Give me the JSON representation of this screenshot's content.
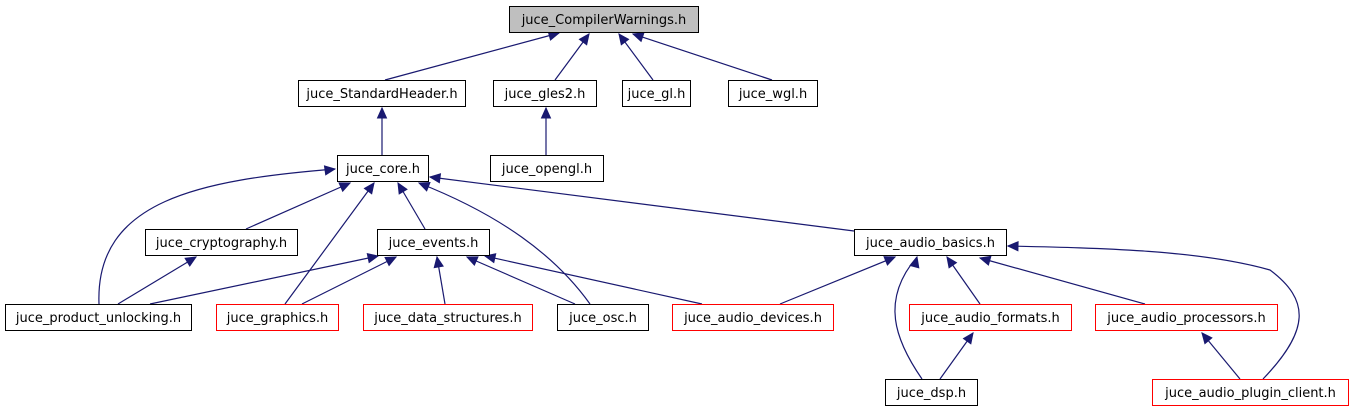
{
  "graph": {
    "title": "juce_CompilerWarnings.h include dependency graph",
    "edge_color": "#191970",
    "node_colors": {
      "focus_fill": "#bfbfbf",
      "normal_border": "#000000",
      "truncated_border": "#ff0000"
    },
    "nodes": [
      {
        "id": "cw",
        "label": "juce_CompilerWarnings.h",
        "style": "focus"
      },
      {
        "id": "std",
        "label": "juce_StandardHeader.h",
        "style": "normal"
      },
      {
        "id": "gles2",
        "label": "juce_gles2.h",
        "style": "normal"
      },
      {
        "id": "gl",
        "label": "juce_gl.h",
        "style": "normal"
      },
      {
        "id": "wgl",
        "label": "juce_wgl.h",
        "style": "normal"
      },
      {
        "id": "core",
        "label": "juce_core.h",
        "style": "normal"
      },
      {
        "id": "opengl",
        "label": "juce_opengl.h",
        "style": "normal"
      },
      {
        "id": "crypto",
        "label": "juce_cryptography.h",
        "style": "normal"
      },
      {
        "id": "events",
        "label": "juce_events.h",
        "style": "normal"
      },
      {
        "id": "abasics",
        "label": "juce_audio_basics.h",
        "style": "normal"
      },
      {
        "id": "unlock",
        "label": "juce_product_unlocking.h",
        "style": "normal"
      },
      {
        "id": "graphics",
        "label": "juce_graphics.h",
        "style": "truncated"
      },
      {
        "id": "datastruct",
        "label": "juce_data_structures.h",
        "style": "truncated"
      },
      {
        "id": "osc",
        "label": "juce_osc.h",
        "style": "normal"
      },
      {
        "id": "adevices",
        "label": "juce_audio_devices.h",
        "style": "truncated"
      },
      {
        "id": "aformats",
        "label": "juce_audio_formats.h",
        "style": "truncated"
      },
      {
        "id": "aproc",
        "label": "juce_audio_processors.h",
        "style": "truncated"
      },
      {
        "id": "dsp",
        "label": "juce_dsp.h",
        "style": "normal"
      },
      {
        "id": "plugin",
        "label": "juce_audio_plugin_client.h",
        "style": "truncated"
      }
    ],
    "edges": [
      {
        "from": "std",
        "to": "cw"
      },
      {
        "from": "gles2",
        "to": "cw"
      },
      {
        "from": "gl",
        "to": "cw"
      },
      {
        "from": "wgl",
        "to": "cw"
      },
      {
        "from": "core",
        "to": "std"
      },
      {
        "from": "opengl",
        "to": "gles2"
      },
      {
        "from": "unlock",
        "to": "core"
      },
      {
        "from": "crypto",
        "to": "core"
      },
      {
        "from": "graphics",
        "to": "core"
      },
      {
        "from": "events",
        "to": "core"
      },
      {
        "from": "osc",
        "to": "core"
      },
      {
        "from": "abasics",
        "to": "core"
      },
      {
        "from": "unlock",
        "to": "crypto"
      },
      {
        "from": "unlock",
        "to": "events"
      },
      {
        "from": "graphics",
        "to": "events"
      },
      {
        "from": "datastruct",
        "to": "events"
      },
      {
        "from": "osc",
        "to": "events"
      },
      {
        "from": "adevices",
        "to": "events"
      },
      {
        "from": "adevices",
        "to": "abasics"
      },
      {
        "from": "dsp",
        "to": "abasics"
      },
      {
        "from": "aformats",
        "to": "abasics"
      },
      {
        "from": "aproc",
        "to": "abasics"
      },
      {
        "from": "plugin",
        "to": "abasics"
      },
      {
        "from": "dsp",
        "to": "aformats"
      },
      {
        "from": "plugin",
        "to": "aproc"
      }
    ]
  }
}
